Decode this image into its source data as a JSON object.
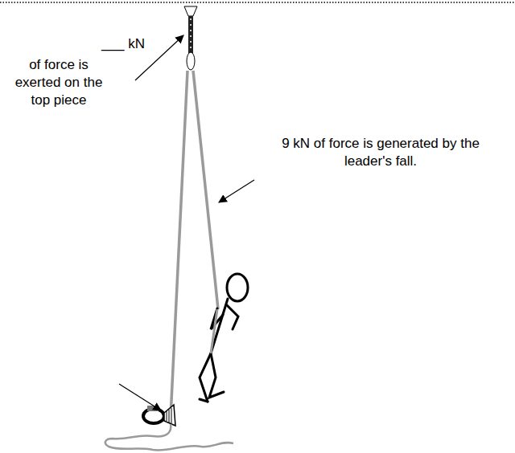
{
  "diagram": {
    "labels": [
      "___ kN",
      "of force is exerted on the top piece",
      "9 kN of force is generated by the leader's fall."
    ]
  }
}
